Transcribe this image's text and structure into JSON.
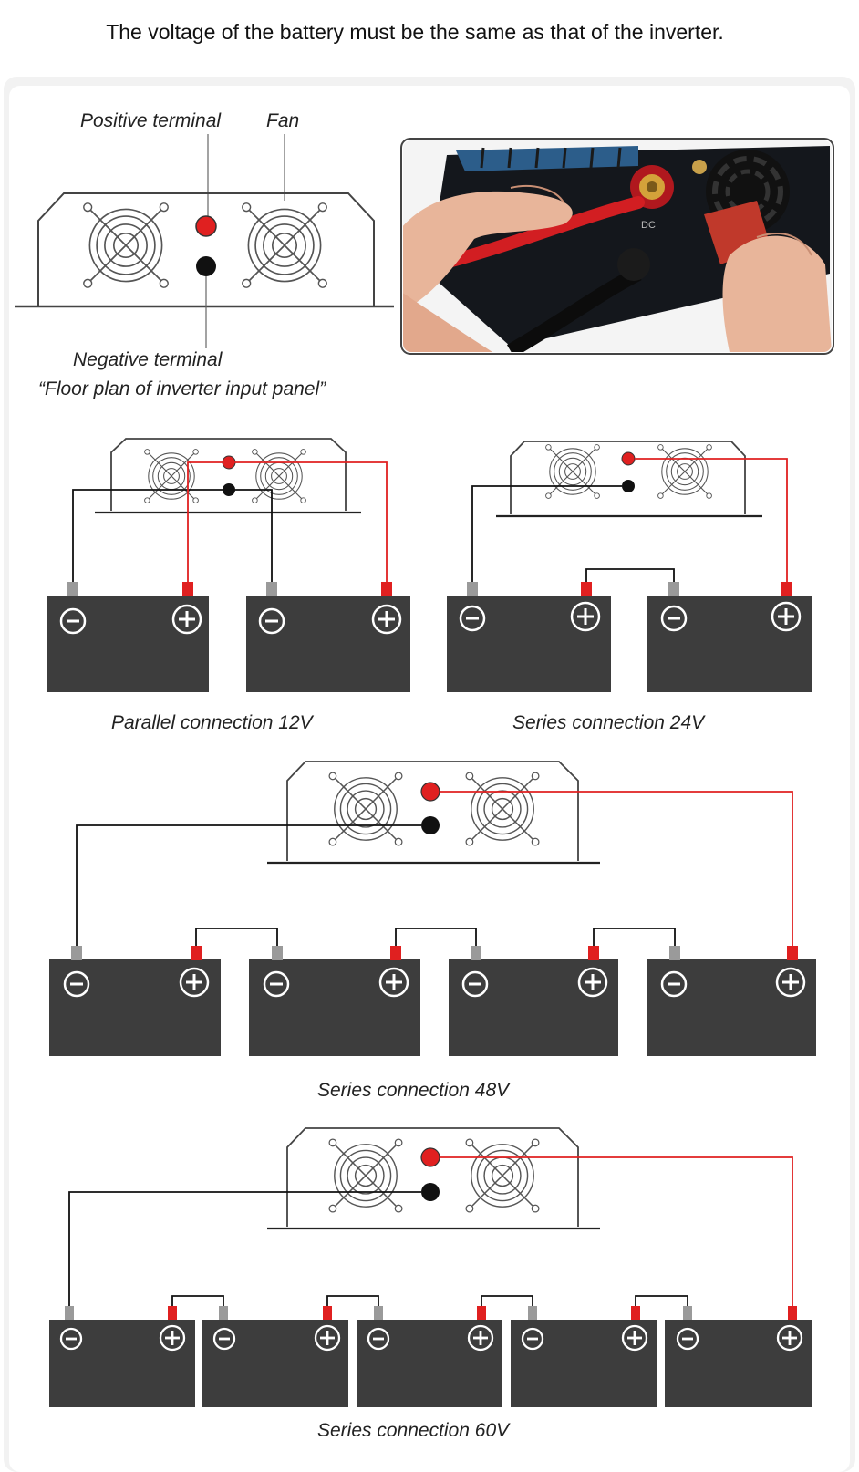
{
  "header": {
    "text": "The voltage of the battery must be the same as that of the inverter."
  },
  "floor_plan": {
    "label_positive": "Positive terminal",
    "label_fan": "Fan",
    "label_negative": "Negative terminal",
    "caption": "“Floor plan of inverter input panel”"
  },
  "photo": {
    "text_dc": "DC"
  },
  "diagrams": {
    "parallel_12v": "Parallel connection 12V",
    "series_24v": "Series connection 24V",
    "series_48v": "Series connection 48V",
    "series_60v": "Series connection 60V"
  },
  "battery_symbols": {
    "minus": "−",
    "plus": "+"
  },
  "colors": {
    "wire_red": "#e02020",
    "wire_black": "#111111",
    "battery": "#3d3d3d",
    "terminal_gray": "#9a9a9a"
  }
}
